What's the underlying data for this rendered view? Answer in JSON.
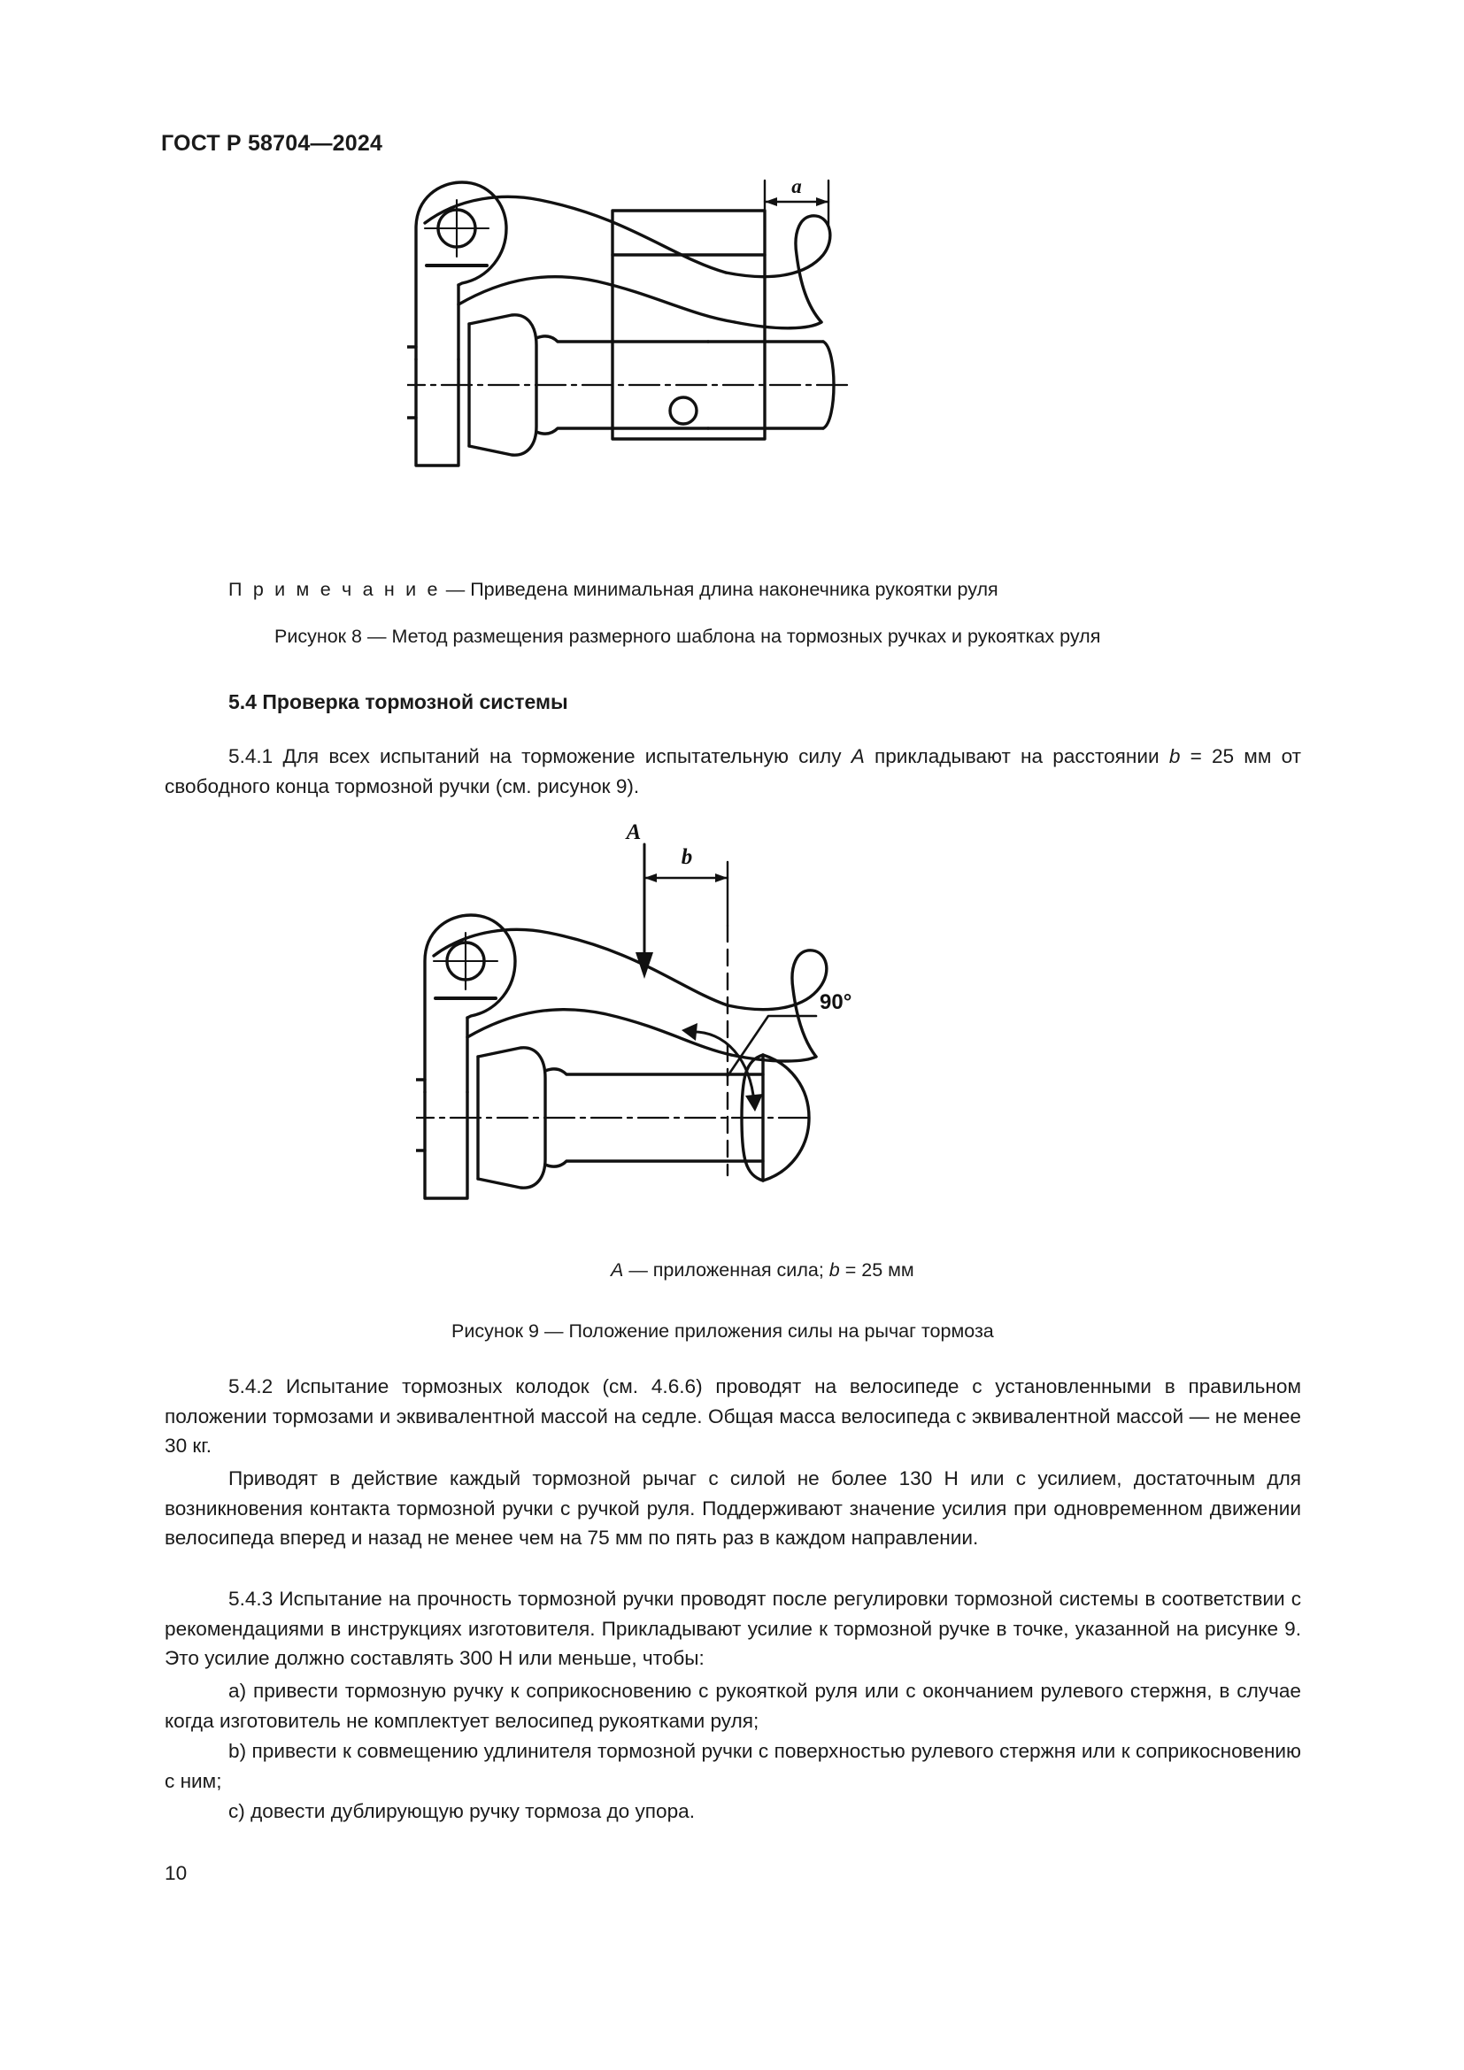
{
  "header": {
    "standard_number": "ГОСТ Р 58704—2024"
  },
  "figure8": {
    "note_label": "П р и м е ч а н и е",
    "note_dash": "—",
    "note_text": "Приведена минимальная длина наконечника рукоятки руля",
    "caption": "Рисунок 8 — Метод размещения размерного шаблона на тормозных ручках и рукоятках руля",
    "dimension_a": "a"
  },
  "section": {
    "heading": "5.4 Проверка тормозной системы",
    "p541_a": "5.4.1 Для всех испытаний на торможение испытательную силу ",
    "p541_A": "A",
    "p541_b": " прикладывают на расстоянии ",
    "p541_c": "b",
    "p541_d": " = 25 мм от свободного конца тормозной ручки (см. рисунок 9)."
  },
  "figure9": {
    "label_A": "A",
    "label_b": "b",
    "label_angle": "90°",
    "legend_A": "A",
    "legend_mid": " — приложенная сила; ",
    "legend_b": "b",
    "legend_end": " = 25 мм",
    "caption": "Рисунок 9 — Положение приложения силы на рычаг тормоза"
  },
  "body": {
    "p542": "5.4.2 Испытание тормозных колодок (см. 4.6.6) проводят на велосипеде с установленными в правильном положении тормозами и эквивалентной массой на седле. Общая масса велосипеда с эквивалентной массой — не менее 30 кг.",
    "p543": "Приводят в действие каждый тормозной рычаг с силой не более 130 Н или с усилием, достаточным для возникновения контакта тормозной ручки с ручкой руля. Поддерживают значение усилия при одновременном движении велосипеда вперед и назад не менее чем на 75 мм по пять раз в каждом направлении.",
    "p544": "5.4.3 Испытание на прочность тормозной ручки проводят после регулировки тормозной системы в соответствии с рекомендациями в инструкциях изготовителя. Прикладывают усилие к тормозной ручке в точке, указанной на рисунке 9. Это усилие должно составлять 300 Н или меньше, чтобы:",
    "item_a": "a)  привести тормозную ручку к соприкосновению с рукояткой руля или с окончанием рулевого стержня, в случае когда изготовитель не комплектует велосипед рукоятками руля;",
    "item_b": "b)  привести к совмещению удлинителя тормозной ручки с поверхностью рулевого стержня или к соприкосновению с ним;",
    "item_c": "c)  довести дублирующую ручку тормоза до упора."
  },
  "footer": {
    "page_number": "10"
  },
  "colors": {
    "ink": "#1a1a1a",
    "line": "#111111",
    "paper": "#ffffff"
  }
}
